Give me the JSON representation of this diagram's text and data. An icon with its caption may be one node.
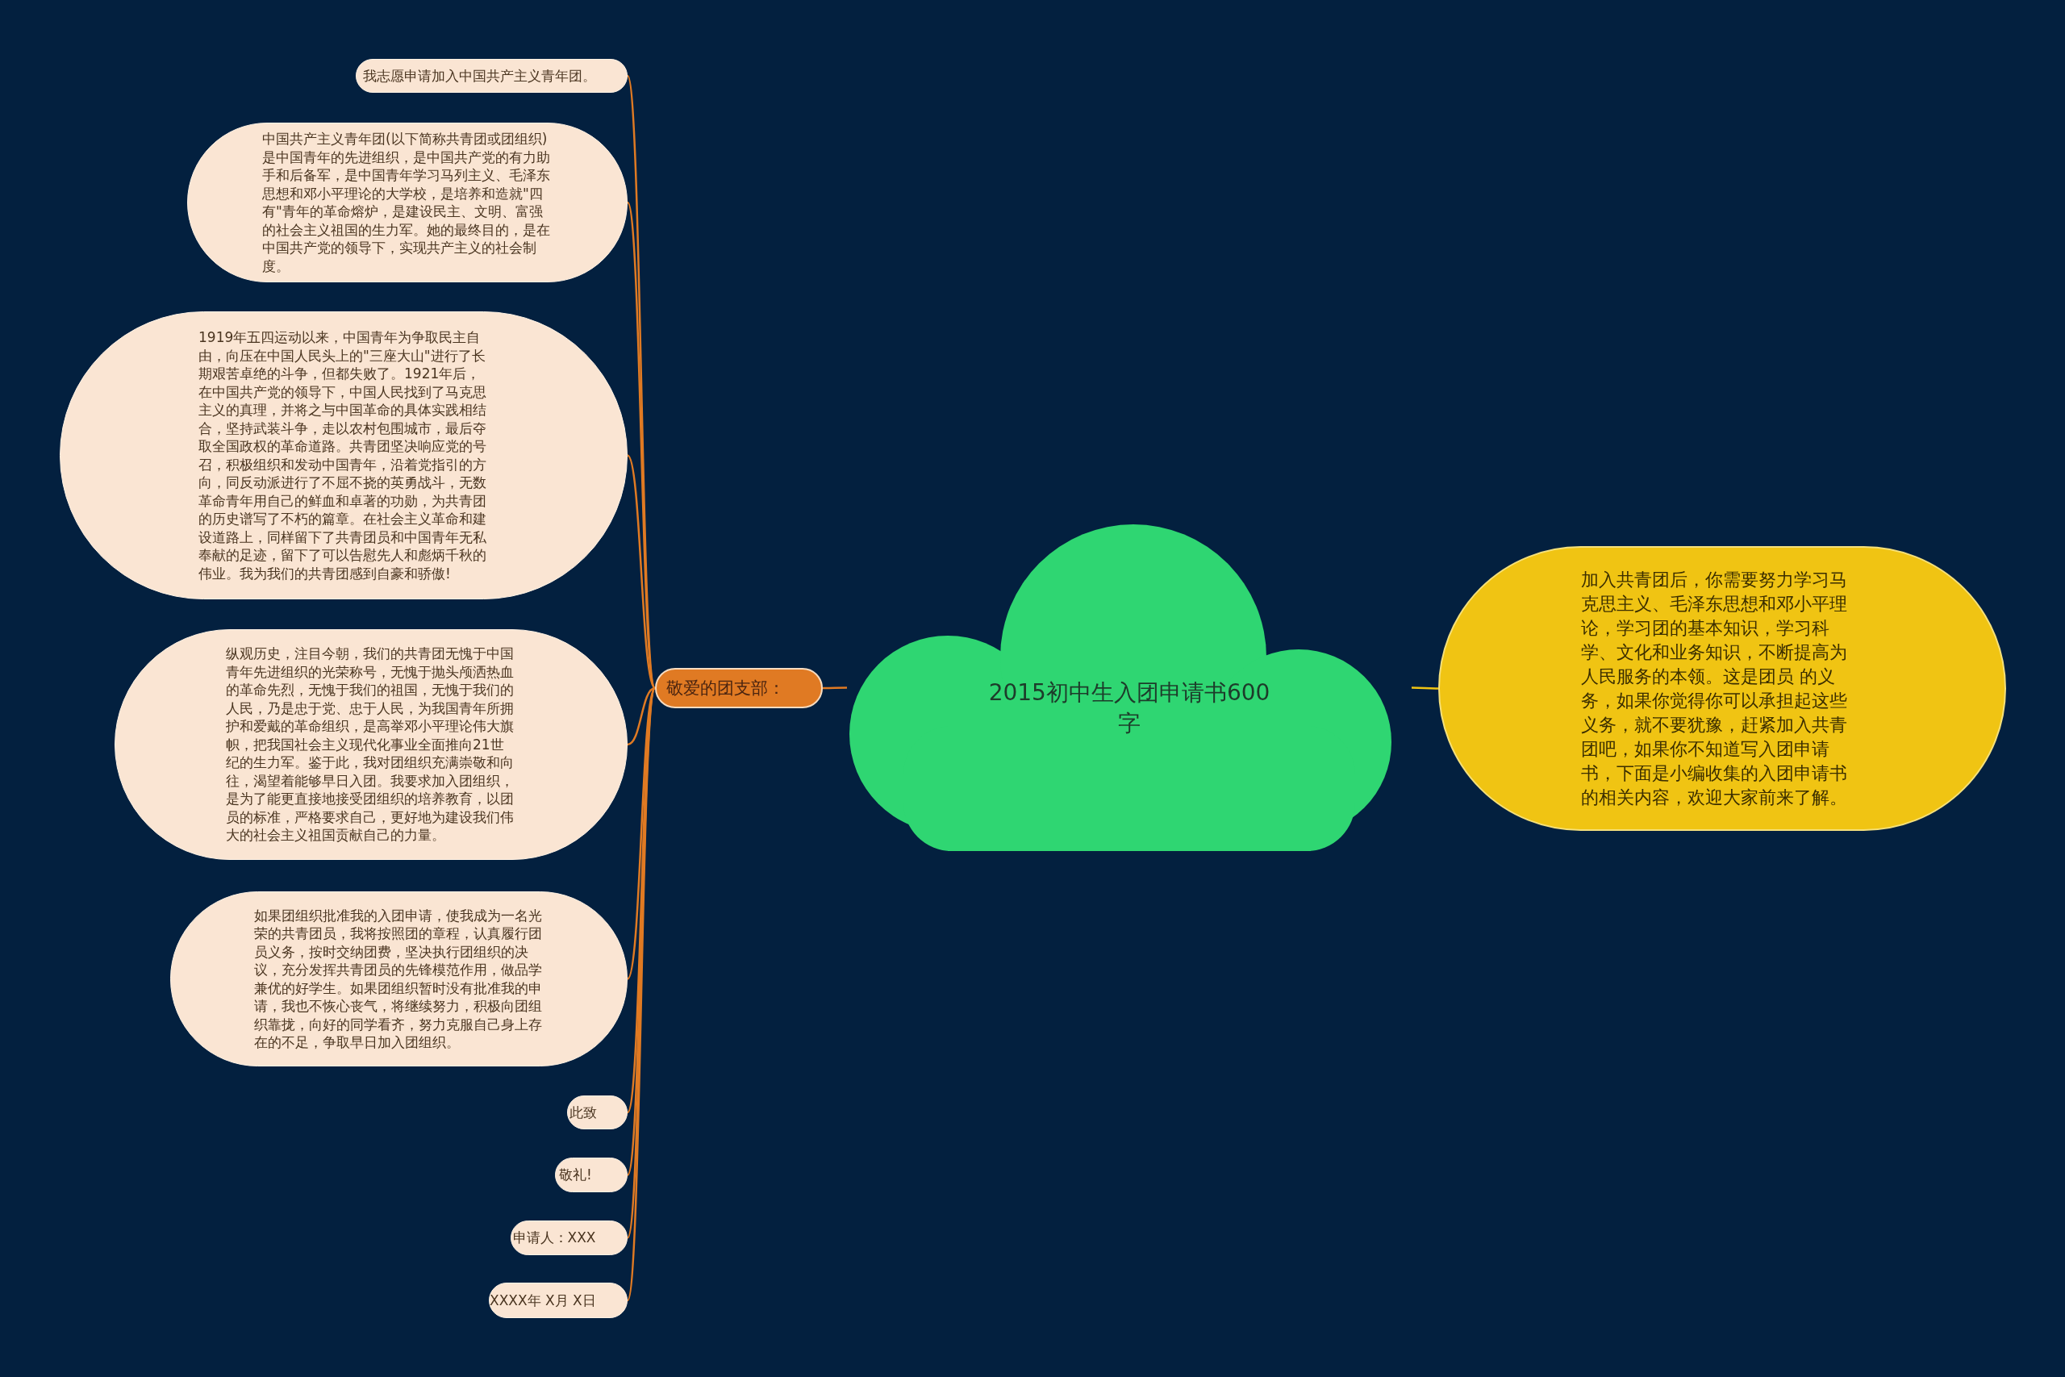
{
  "diagram": {
    "nodes": [
      {
        "text": [
          "2015初中生入团申请书600字"
        ]
      },
      {
        "text": [
          "加入共青团后，你需要努力学习马克思主义、毛泽东思想和邓小平理论，学习团的基本知识，学习科学、文化和业务知识，不断提高为人民服务的本领。这是团员 的义务，如果你觉得你可以承担起这些义务，就不要犹豫，赶紧加入共青团吧，如果你不知道写入团申请书，下面是小编收集的入团申请书的相关内容，欢迎大家前来了解。"
        ]
      },
      {
        "text": [
          "敬爱的团支部："
        ]
      },
      {
        "text": [
          "我志愿申请加入中国共产主义青年团。"
        ]
      },
      {
        "text": [
          "中国共产主义青年团(以下简称共青团或团组织)是中国青年的先进组织，是中国共产党的有力助手和后备军，是中国青年学习马列主义、毛泽东思想和邓小平理论的大学校，是培养和造就\"四有\"青年的革命熔炉，是建设民主、文明、富强的社会主义祖国的生力军。她的最终目的，是在中国共产党的领导下，实现共产主义的社会制度。"
        ]
      },
      {
        "text": [
          "1919年五四运动以来，中国青年为争取民主自由，向压在中国人民头上的\"三座大山\"进行了长期艰苦卓绝的斗争，但都失败了。1921年后，在中国共产党的领导下，中国人民找到了马克思主义的真理，并将之与中国革命的具体实践相结合，坚持武装斗争，走以农村包围城市，最后夺取全国政权的革命道路。共青团坚决响应党的号召，积极组织和发动中国青年，沿着党指引的方向，同反动派进行了不屈不挠的英勇战斗，无数革命青年用自己的鲜血和卓著的功勋，为共青团的历史谱写了不朽的篇章。在社会主义革命和建设道路上，同样留下了共青团员和中国青年无私奉献的足迹，留下了可以告慰先人和彪炳千秋的伟业。我为我们的共青团感到自豪和骄傲!"
        ]
      },
      {
        "text": [
          "纵观历史，注目今朝，我们的共青团无愧于中国青年先进组织的光荣称号，无愧于抛头颅洒热血的革命先烈，无愧于我们的祖国，无愧于我们的人民，乃是忠于党、忠于人民，为我国青年所拥护和爱戴的革命组织，是高举邓小平理论伟大旗帜，把我国社会主义现代化事业全面推向21世纪的生力军。鉴于此，我对团组织充满崇敬和向往，渴望着能够早日入团。我要求加入团组织，是为了能更直接地接受团组织的培养教育，以团员的标准，严格要求自己，更好地为建设我们伟大的社会主义祖国贡献自己的力量。"
        ]
      },
      {
        "text": [
          "如果团组织批准我的入团申请，使我成为一名光荣的共青团员，我将按照团的章程，认真履行团员义务，按时交纳团费，坚决执行团组织的决议，充分发挥共青团员的先锋模范作用，做品学兼优的好学生。如果团组织暂时没有批准我的申请，我也不恢心丧气，将继续努力，积极向团组织靠拢，向好的同学看齐，努力克服自己身上存在的不足，争取早日加入团组织。"
        ]
      },
      {
        "text": [
          "此致"
        ]
      },
      {
        "text": [
          "敬礼!"
        ]
      },
      {
        "text": [
          "申请人：XXX"
        ]
      },
      {
        "text": [
          "XXXX年 X月 X日"
        ]
      }
    ],
    "edges": [
      {
        "from": 0,
        "to": 1,
        "arrow": "none",
        "color": "#f0c413"
      },
      {
        "from": 0,
        "to": 2,
        "arrow": "none"
      },
      {
        "from": 2,
        "to": 3,
        "arrow": "none"
      },
      {
        "from": 2,
        "to": 4,
        "arrow": "none"
      },
      {
        "from": 2,
        "to": 5,
        "arrow": "none"
      },
      {
        "from": 2,
        "to": 6,
        "arrow": "none"
      },
      {
        "from": 2,
        "to": 7,
        "arrow": "none"
      },
      {
        "from": 2,
        "to": 8,
        "arrow": "none"
      },
      {
        "from": 2,
        "to": 9,
        "arrow": "none"
      },
      {
        "from": 2,
        "to": 10,
        "arrow": "none"
      },
      {
        "from": 2,
        "to": 11,
        "arrow": "none"
      }
    ]
  }
}
